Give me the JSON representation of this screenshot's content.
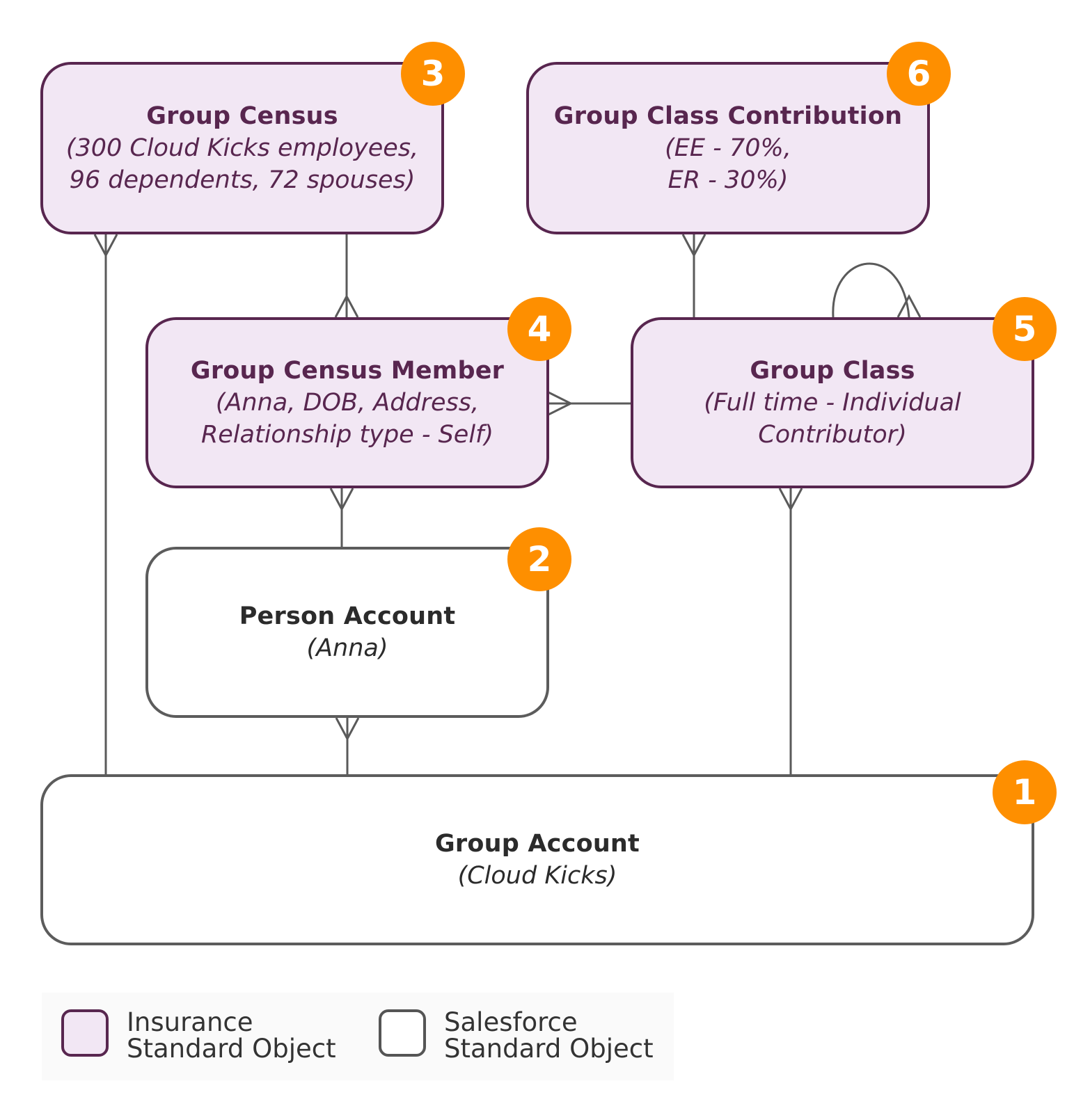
{
  "boxes": {
    "group_census": {
      "title": "Group Census",
      "subtitle": "(300 Cloud Kicks employees,\n96 dependents, 72 spouses)",
      "badge": "3"
    },
    "group_class_contribution": {
      "title": "Group Class Contribution",
      "subtitle": "(EE - 70%,\nER - 30%)",
      "badge": "6"
    },
    "group_census_member": {
      "title": "Group Census Member",
      "subtitle": "(Anna, DOB, Address,\nRelationship type - Self)",
      "badge": "4"
    },
    "group_class": {
      "title": "Group Class",
      "subtitle": "(Full time - Individual\nContributor)",
      "badge": "5"
    },
    "person_account": {
      "title": "Person Account",
      "subtitle": "(Anna)",
      "badge": "2"
    },
    "group_account": {
      "title": "Group Account",
      "subtitle": "(Cloud Kicks)",
      "badge": "1"
    }
  },
  "legend": {
    "insurance_label": "Insurance\nStandard Object",
    "salesforce_label": "Salesforce\nStandard Object"
  },
  "colors": {
    "insurance_fill": "#f2e7f4",
    "insurance_border": "#58264f",
    "salesforce_fill": "#ffffff",
    "salesforce_border": "#5c5c5c",
    "badge": "#fe8f00",
    "connector": "#5a5a5a"
  }
}
